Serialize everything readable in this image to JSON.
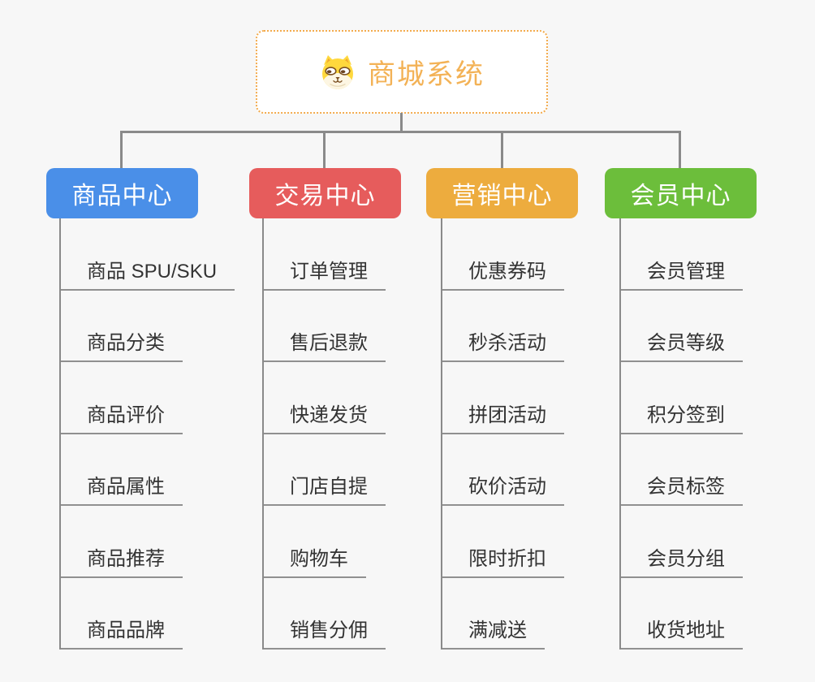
{
  "page": {
    "background_color": "#f7f7f7",
    "line_color": "#8a8a8a"
  },
  "root": {
    "title": "商城系统",
    "icon": "shiba-dog-icon",
    "border_color": "#f3ab4d",
    "title_color": "#f3b256"
  },
  "branches": [
    {
      "label": "商品中心",
      "color": "#4a8fe8",
      "items": [
        "商品 SPU/SKU",
        "商品分类",
        "商品评价",
        "商品属性",
        "商品推荐",
        "商品品牌"
      ]
    },
    {
      "label": "交易中心",
      "color": "#e65c5c",
      "items": [
        "订单管理",
        "售后退款",
        "快递发货",
        "门店自提",
        "购物车",
        "销售分佣"
      ]
    },
    {
      "label": "营销中心",
      "color": "#edac3e",
      "items": [
        "优惠券码",
        "秒杀活动",
        "拼团活动",
        "砍价活动",
        "限时折扣",
        "满减送"
      ]
    },
    {
      "label": "会员中心",
      "color": "#6cbe3b",
      "items": [
        "会员管理",
        "会员等级",
        "积分签到",
        "会员标签",
        "会员分组",
        "收货地址"
      ]
    }
  ]
}
